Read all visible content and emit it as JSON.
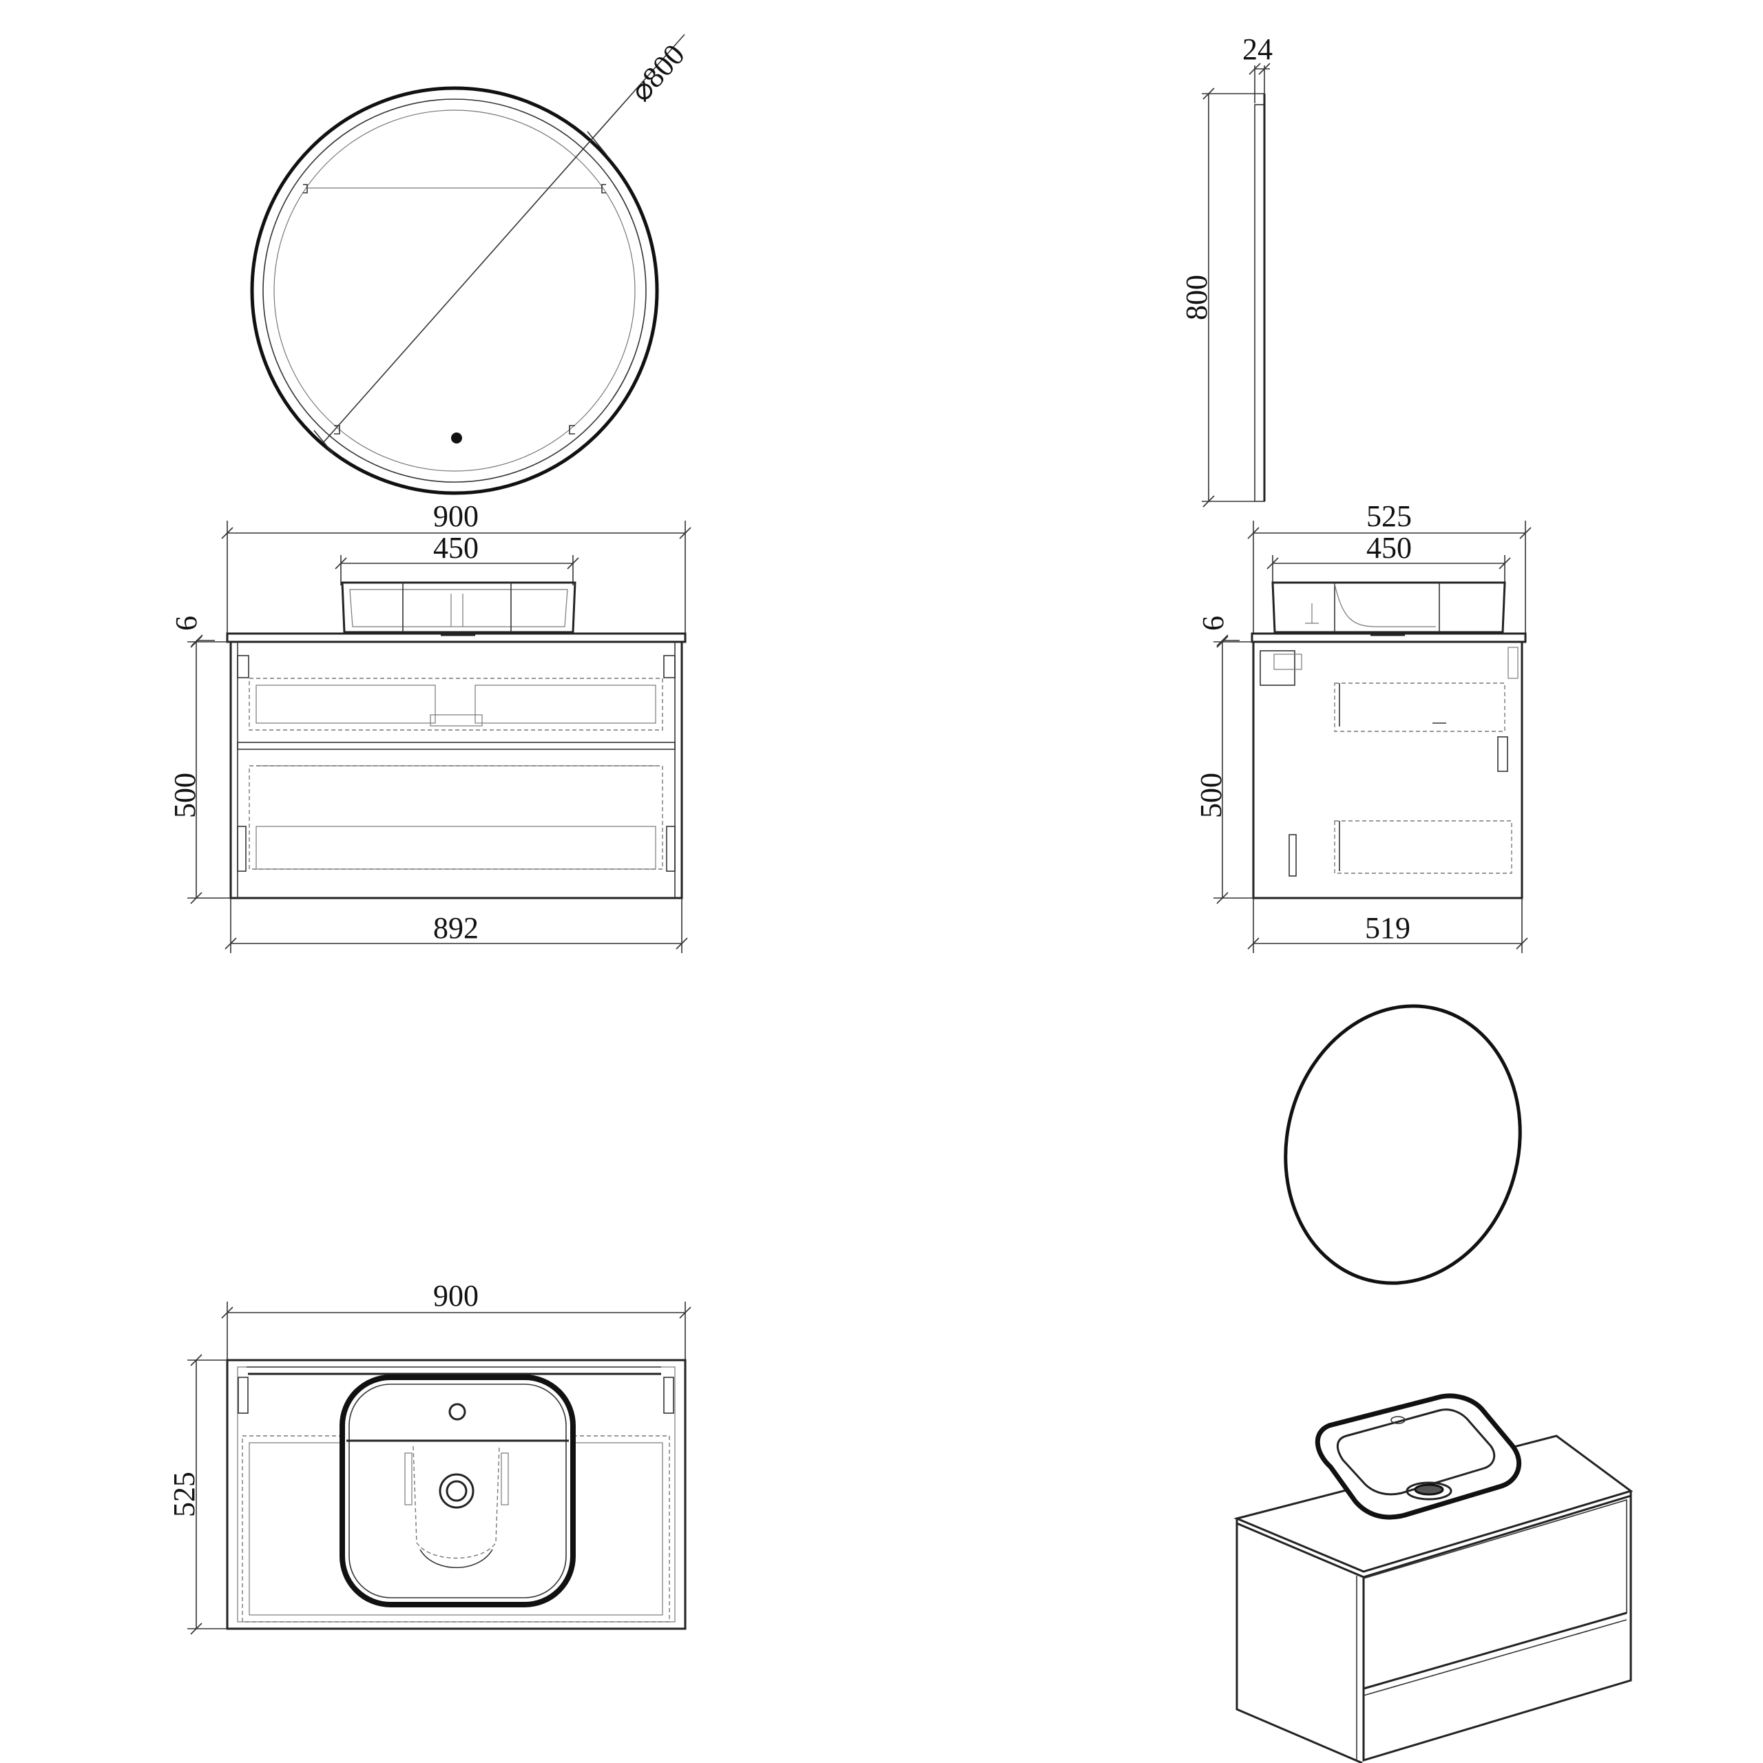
{
  "front_view": {
    "mirror_diameter_label": "⌀800",
    "overall_width": "900",
    "basin_width": "450",
    "top_thickness": "6",
    "cabinet_height": "500",
    "cabinet_width": "892"
  },
  "side_view": {
    "mirror_depth": "24",
    "mirror_height": "800",
    "overall_depth": "525",
    "basin_depth": "450",
    "top_thickness": "6",
    "cabinet_height": "500",
    "cabinet_depth": "519"
  },
  "top_view": {
    "overall_width": "900",
    "overall_depth": "525"
  },
  "colors": {
    "line": "#1a1a1a",
    "background": "#ffffff"
  }
}
